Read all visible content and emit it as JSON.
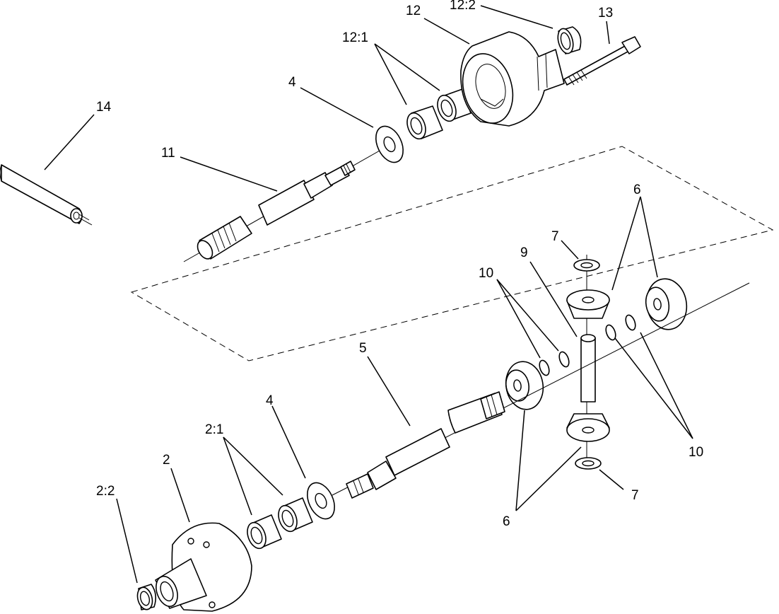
{
  "callouts": {
    "c14": "14",
    "c11": "11",
    "c4_top": "4",
    "c12_1": "12:1",
    "c12": "12",
    "c12_2": "12:2",
    "c13": "13",
    "c7_top": "7",
    "c9": "9",
    "c10_top": "10",
    "c6_top": "6",
    "c5": "5",
    "c4_bottom": "4",
    "c2_1": "2:1",
    "c2": "2",
    "c2_2": "2:2",
    "c6_bottom": "6",
    "c10_bottom": "10",
    "c7_bottom": "7"
  }
}
